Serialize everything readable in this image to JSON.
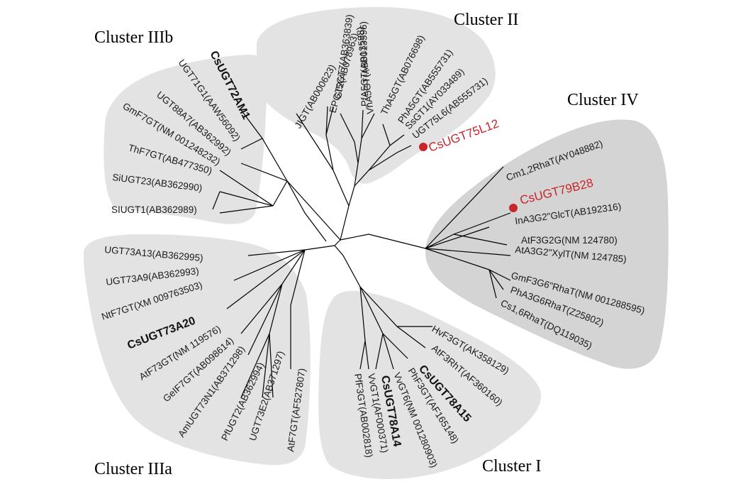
{
  "clusters": {
    "c2": "Cluster  II",
    "c3b": "Cluster  IIIb",
    "c4": "Cluster  IV",
    "c3a": "Cluster  IIIa",
    "c1": "Cluster I"
  },
  "leaves": {
    "jigt": "JIGT(AB000623)",
    "epgt2": "EPGT2(AB078963)",
    "gt5gt7": "Gt5GT7(AB363839)",
    "pfa5gt": "PfA5GT(AB013596)",
    "vha5gt": "VhA5GT(AB013598)",
    "tha5gt": "ThA5GT(AB076698)",
    "pha5gt": "PhA5GT(AB555731)",
    "ssgt1": "SsGT1(AY033489)",
    "ugt75l6": "UGT75L6(AB555731)",
    "csugt75l12": "CsUGT75L12",
    "csugt72am1": "CsUGT72AM1",
    "ugt71g1": "UGT71G1(AAW56092)",
    "ugt88a7": "UGT88A7(AB362992)",
    "gmf7gt": "GmF7GT(NM 001248232)",
    "thf7gt": "ThF7GT(AB477350)",
    "siugt23": "SiUGT23(AB362990)",
    "siugt1": "SIUGT1(AB362989)",
    "cm12rhat": "Cm1,2RhaT(AY048882)",
    "csugt79b28": "CsUGT79B28",
    "ina3g2": "InA3G2\"GlcT(AB192316)",
    "atf3g2g": "AtF3G2G(NM 124780)",
    "ata3g2": "AtA3G2\"XylT(NM 124785)",
    "gmf3g6": "GmF3G6\"RhaT(NM 001288595)",
    "pha3g6": "PhA3G6RhaT(Z25802)",
    "cs16rhat": "Cs1,6RhaT(DQ119035)",
    "ugt73a13": "UGT73A13(AB362995)",
    "ugt73a9": "UGT73A9(AB362993)",
    "ntf7gt": "NtF7GT(XM 009763503)",
    "csugt73a20": "CsUGT73A20",
    "atf73gt": "AtF73GT(NM 119576)",
    "geif7gt": "GeIF7GT(AB098614)",
    "amugt73n1": "AmUGT73N1(AB371298)",
    "pfugt2": "PfUGT2(AB362994)",
    "ugt73e2": "UGT73E2(AB371297)",
    "atf7gt": "AtF7GT(AF527807)",
    "hvf3gt": "HvF3GT(AK358129)",
    "atf3rht": "AtF3RhT(AF360160)",
    "csugt78a15": "CsUGT78A15",
    "phf3gt": "PhF3GT(AF165148)",
    "vvgt6": "VvGT6(NM 001280903)",
    "csugt78a14": "CsUGT78A14",
    "vvgt1": "VvGT1(AF000371)",
    "pff3gt": "PfF3GT(AB002818)"
  },
  "colors": {
    "highlight": "#c8262a",
    "cluster_fill": "#e3e3e3",
    "cluster_fill_dark": "#d4d4d4"
  }
}
